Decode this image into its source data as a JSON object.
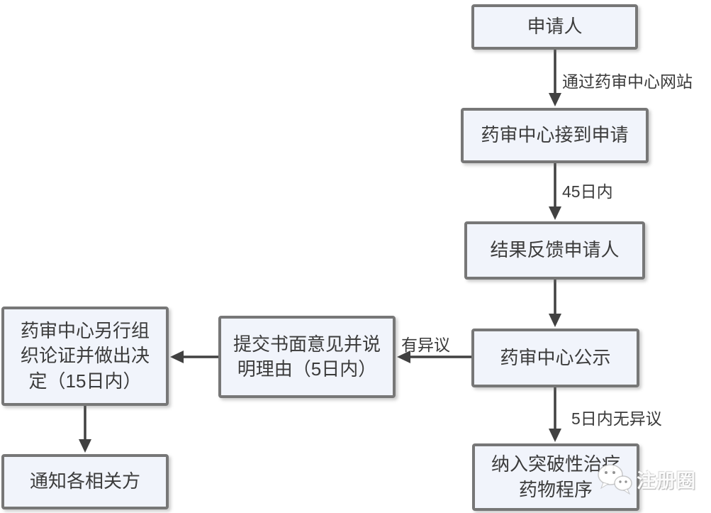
{
  "diagram": {
    "nodes": {
      "applicant": {
        "label": "申请人"
      },
      "receive": {
        "label": "药审中心接到申请"
      },
      "feedback": {
        "label": "结果反馈申请人"
      },
      "publicity": {
        "label": "药审中心公示"
      },
      "include": {
        "label": "纳入突破性治疗药物程序"
      },
      "submit": {
        "label": "提交书面意见并说明理由（5日内）"
      },
      "decide": {
        "label": "药审中心另行组织论证并做出决定（15日内）"
      },
      "notify": {
        "label": "通知各相关方"
      }
    },
    "edge_labels": {
      "via_website": "通过药审中心网站",
      "within_45_days": "45日内",
      "objection": "有异议",
      "no_objection_5_days": "5日内无异议"
    },
    "watermark": {
      "text": "注册圈"
    },
    "colors": {
      "node_fill": "#f1f4fb",
      "node_border": "#777777",
      "arrow": "#414141",
      "node_text": "#3b3b3b",
      "label_text": "#3a3a3a",
      "background": "#ffffff"
    }
  }
}
